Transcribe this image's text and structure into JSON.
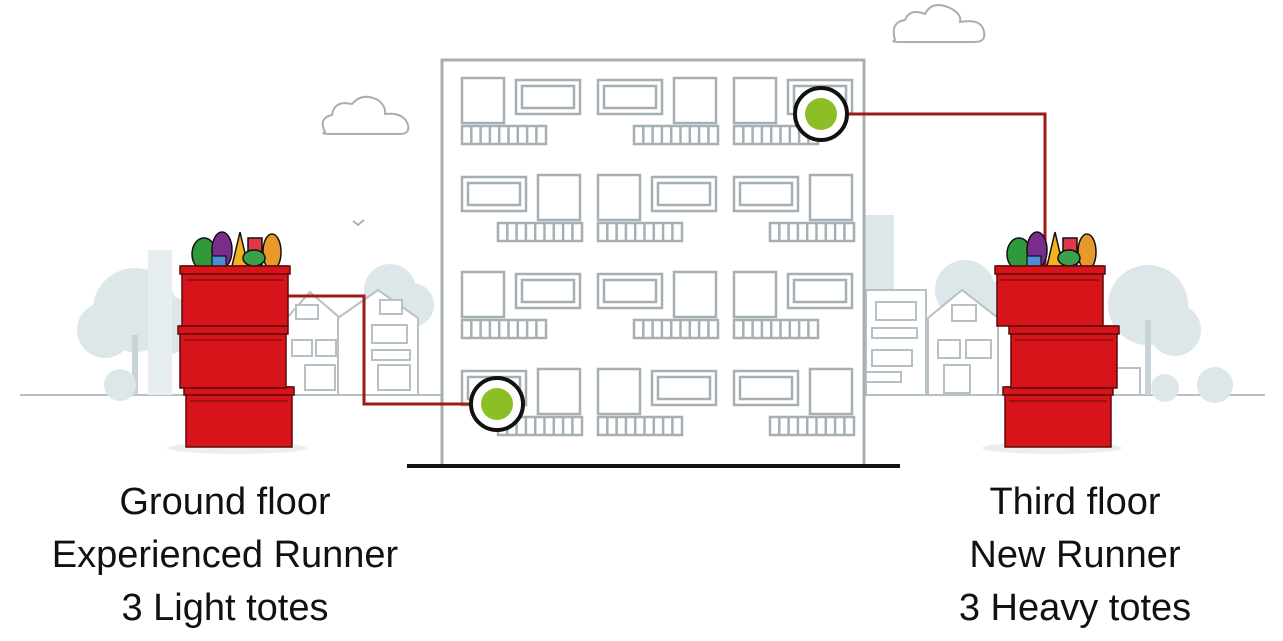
{
  "colors": {
    "building_line": "#a6b0b4",
    "background_house_line": "#b7c0c4",
    "tree_fill": "#dde7ea",
    "cloud_line": "#a6b0b4",
    "tote_red": "#d8141b",
    "tote_dark": "#8e0c10",
    "connector": "#9b1b17",
    "marker_fill": "#8cbf26",
    "ground": "#111111"
  },
  "icons": [
    "cloud-icon",
    "apartment-building-icon",
    "grocery-tote-stack-icon",
    "floor-marker-icon",
    "tree-icon",
    "house-icon"
  ],
  "left_group": {
    "floor": "Ground floor",
    "runner": "Experienced Runner",
    "totes": "3 Light totes"
  },
  "right_group": {
    "floor": "Third floor",
    "runner": "New Runner",
    "totes": "3 Heavy totes"
  }
}
